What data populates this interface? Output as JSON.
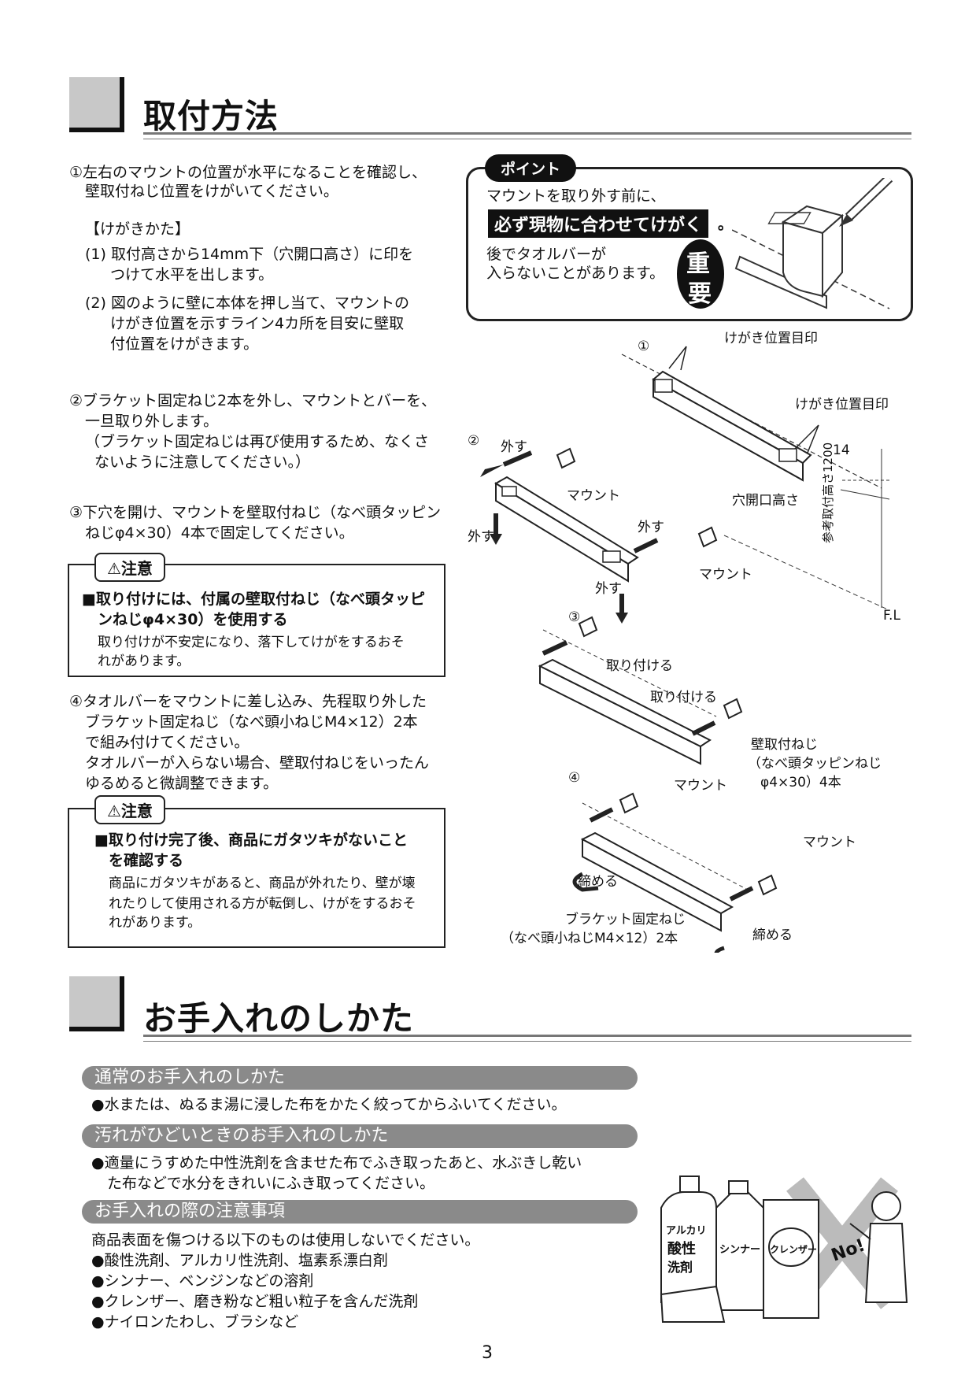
{
  "section1": {
    "title": "取付方法"
  },
  "step1": {
    "line1": "①左右のマウントの位置が水平になることを確認し、",
    "line2": "壁取付ねじ位置をけがいてください。",
    "sub_title": "【けがきかた】",
    "sub1_line1": "(1) 取付高さから14mm下（穴開口高さ）に印を",
    "sub1_line2": "つけて水平を出します。",
    "sub2_line1": "(2) 図のように壁に本体を押し当て、マウントの",
    "sub2_line2": "けがき位置を示すライン4カ所を目安に壁取",
    "sub2_line3": "付位置をけがきます。"
  },
  "step2": {
    "line1": "②ブラケット固定ねじ2本を外し、マウントとバーを、",
    "line2": "一旦取り外します。",
    "line3": "（ブラケット固定ねじは再び使用するため、なくさ",
    "line4": "ないように注意してください。）"
  },
  "step3": {
    "line1": "③下穴を開け、マウントを壁取付ねじ（なべ頭タッピン",
    "line2": "ねじφ4×30）4本で固定してください。"
  },
  "caution1": {
    "label": "⚠注意",
    "bold1": "■取り付けには、付属の壁取付ねじ（なべ頭タッピ",
    "bold2": "ンねじφ4×30）を使用する",
    "note1": "取り付けが不安定になり、落下してけがをするおそ",
    "note2": "れがあります。"
  },
  "step4": {
    "line1": "④タオルバーをマウントに差し込み、先程取り外した",
    "line2": "ブラケット固定ねじ（なべ頭小ねじM4×12）2本",
    "line3": "で組み付けてください。",
    "line4": "タオルバーが入らない場合、壁取付ねじをいったん",
    "line5": "ゆるめると微調整できます。"
  },
  "caution2": {
    "label": "⚠注意",
    "bold1": "■取り付け完了後、商品にガタツキがないこと",
    "bold2": "を確認する",
    "note1": "商品にガタツキがあると、商品が外れたり、壁が壊",
    "note2": "れたりして使用される方が転倒し、けがをするおそ",
    "note3": "れがあります。"
  },
  "point": {
    "tab": "ポイント",
    "line1": "マウントを取り外す前に、",
    "highlight": "必ず現物に合わせてけがく",
    "period": "。",
    "line3": "後でタオルバーが",
    "line4": "入らないことがあります。",
    "badge1": "重",
    "badge2": "要"
  },
  "diagram": {
    "n1": "①",
    "n2": "②",
    "n3": "③",
    "n4": "④",
    "mark_top": "けがき位置目印",
    "mark_right": "けがき位置目印",
    "dim14": "14",
    "hole_height": "穴開口高さ",
    "ref_height": "参考取付高さ1200",
    "fl": "F.L",
    "remove1": "外す",
    "remove2": "外す",
    "remove3": "外す",
    "remove4": "外す",
    "mount1": "マウント",
    "mount2": "マウント",
    "mount3": "マウント",
    "mount4": "マウント",
    "attach1": "取り付ける",
    "attach2": "取り付ける",
    "screw_title": "壁取付ねじ",
    "screw_line2": "（なべ頭タッピンねじ",
    "screw_line3": "φ4×30）4本",
    "tighten1": "締める",
    "tighten2": "締める",
    "bracket1": "ブラケット固定ねじ",
    "bracket2": "（なべ頭小ねじM4×12）2本"
  },
  "section2": {
    "title": "お手入れのしかた"
  },
  "care": {
    "bar1": "通常のお手入れのしかた",
    "text1": "●水または、ぬるま湯に浸した布をかたく絞ってからふいてください。",
    "bar2": "汚れがひどいときのお手入れのしかた",
    "text2a": "●適量にうすめた中性洗剤を含ませた布でふき取ったあと、水ぶきし乾い",
    "text2b": "た布などで水分をきれいにふき取ってください。",
    "bar3": "お手入れの際の注意事項",
    "text3": "商品表面を傷つける以下のものは使用しないでください。",
    "item1": "●酸性洗剤、アルカリ性洗剤、塩素系漂白剤",
    "item2": "●シンナー、ベンジンなどの溶剤",
    "item3": "●クレンザー、磨き粉など粗い粒子を含んだ洗剤",
    "item4": "●ナイロンたわし、ブラシなど"
  },
  "illustration": {
    "bottle1": "アルカリ",
    "bottle2": "酸性",
    "bottle3": "洗剤",
    "thinner": "シンナー",
    "cleanser": "クレンザー",
    "no": "No!"
  },
  "page_number": "3"
}
